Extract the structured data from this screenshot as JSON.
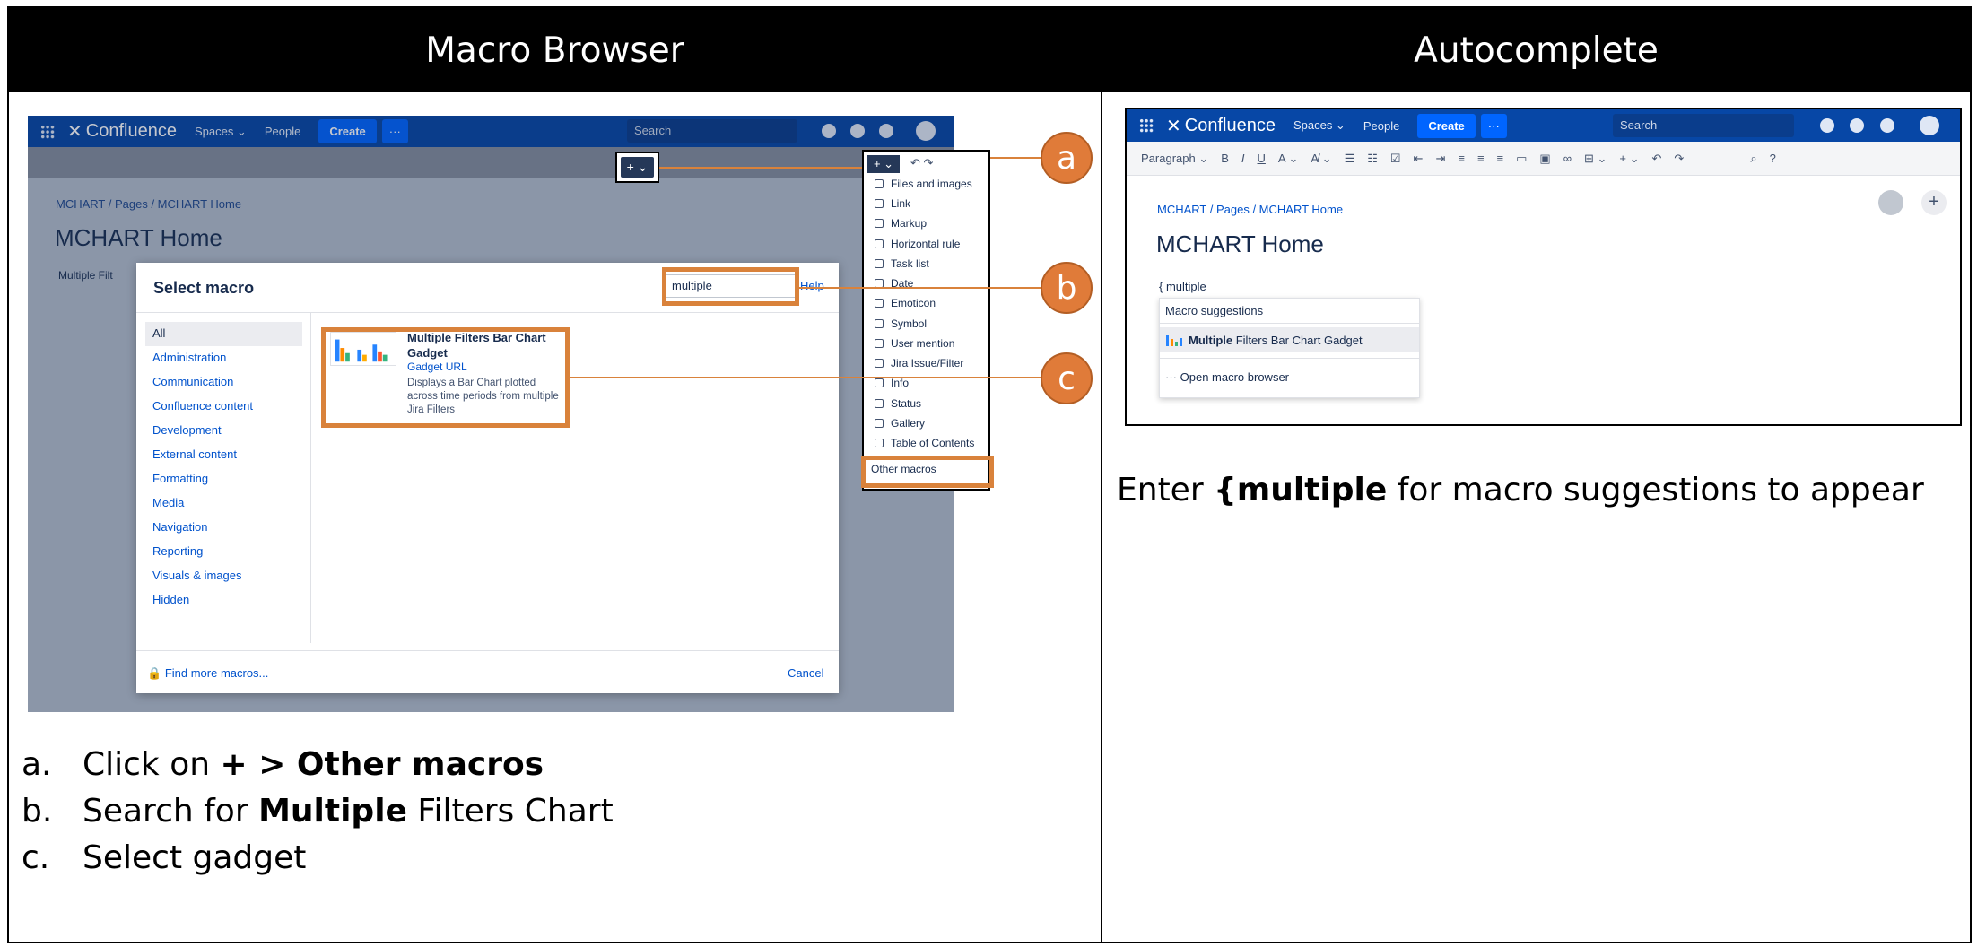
{
  "headers": {
    "left": "Macro Browser",
    "right": "Autocomplete"
  },
  "confluence": {
    "app_name": "Confluence",
    "nav_spaces": "Spaces ⌄",
    "nav_people": "People",
    "create": "Create",
    "more": "···",
    "search_placeholder": "Search",
    "paragraph": "Paragraph ⌄",
    "breadcrumb": "MCHART  /  Pages  /  MCHART Home",
    "page_title": "MCHART Home",
    "bg_gadget_text": "Multiple Filt"
  },
  "modal": {
    "title": "Select macro",
    "search_value": "multiple",
    "help": "Help",
    "categories": [
      "All",
      "Administration",
      "Communication",
      "Confluence content",
      "Development",
      "External content",
      "Formatting",
      "Media",
      "Navigation",
      "Reporting",
      "Visuals & images",
      "Hidden"
    ],
    "gadget_title": "Multiple Filters Bar Chart Gadget",
    "gadget_link": "Gadget URL",
    "gadget_desc": "Displays a Bar Chart plotted across time periods from multiple Jira Filters",
    "find_more": "Find more macros...",
    "cancel": "Cancel"
  },
  "insert_menu": {
    "button": "+ ⌄",
    "items": [
      "Files and images",
      "Link",
      "Markup",
      "Horizontal rule",
      "Task list",
      "Date",
      "Emoticon",
      "Symbol",
      "User mention",
      "Jira Issue/Filter",
      "Info",
      "Status",
      "Gallery",
      "Table of Contents"
    ],
    "other_macros": "Other macros"
  },
  "callouts": [
    "a",
    "b",
    "c"
  ],
  "steps": [
    {
      "num": "a.",
      "pre": "Click on ",
      "bold": "+ > Other macros",
      "post": ""
    },
    {
      "num": "b.",
      "pre": "Search for ",
      "bold": "Multiple",
      "post": " Filters Chart"
    },
    {
      "num": "c.",
      "pre": "Select gadget",
      "bold": "",
      "post": ""
    }
  ],
  "autocomplete": {
    "typed": "{ multiple",
    "popup_title": "Macro suggestions",
    "suggestion_bold": "Multiple",
    "suggestion_rest": " Filters Bar Chart Gadget",
    "open_browser": "Open macro browser"
  },
  "caption": {
    "pre": "Enter ",
    "bold": "{multiple",
    "post": " for macro suggestions to appear"
  },
  "colors": {
    "accent": "#d9823b",
    "confluence_blue": "#0747a6",
    "link": "#0052cc"
  }
}
